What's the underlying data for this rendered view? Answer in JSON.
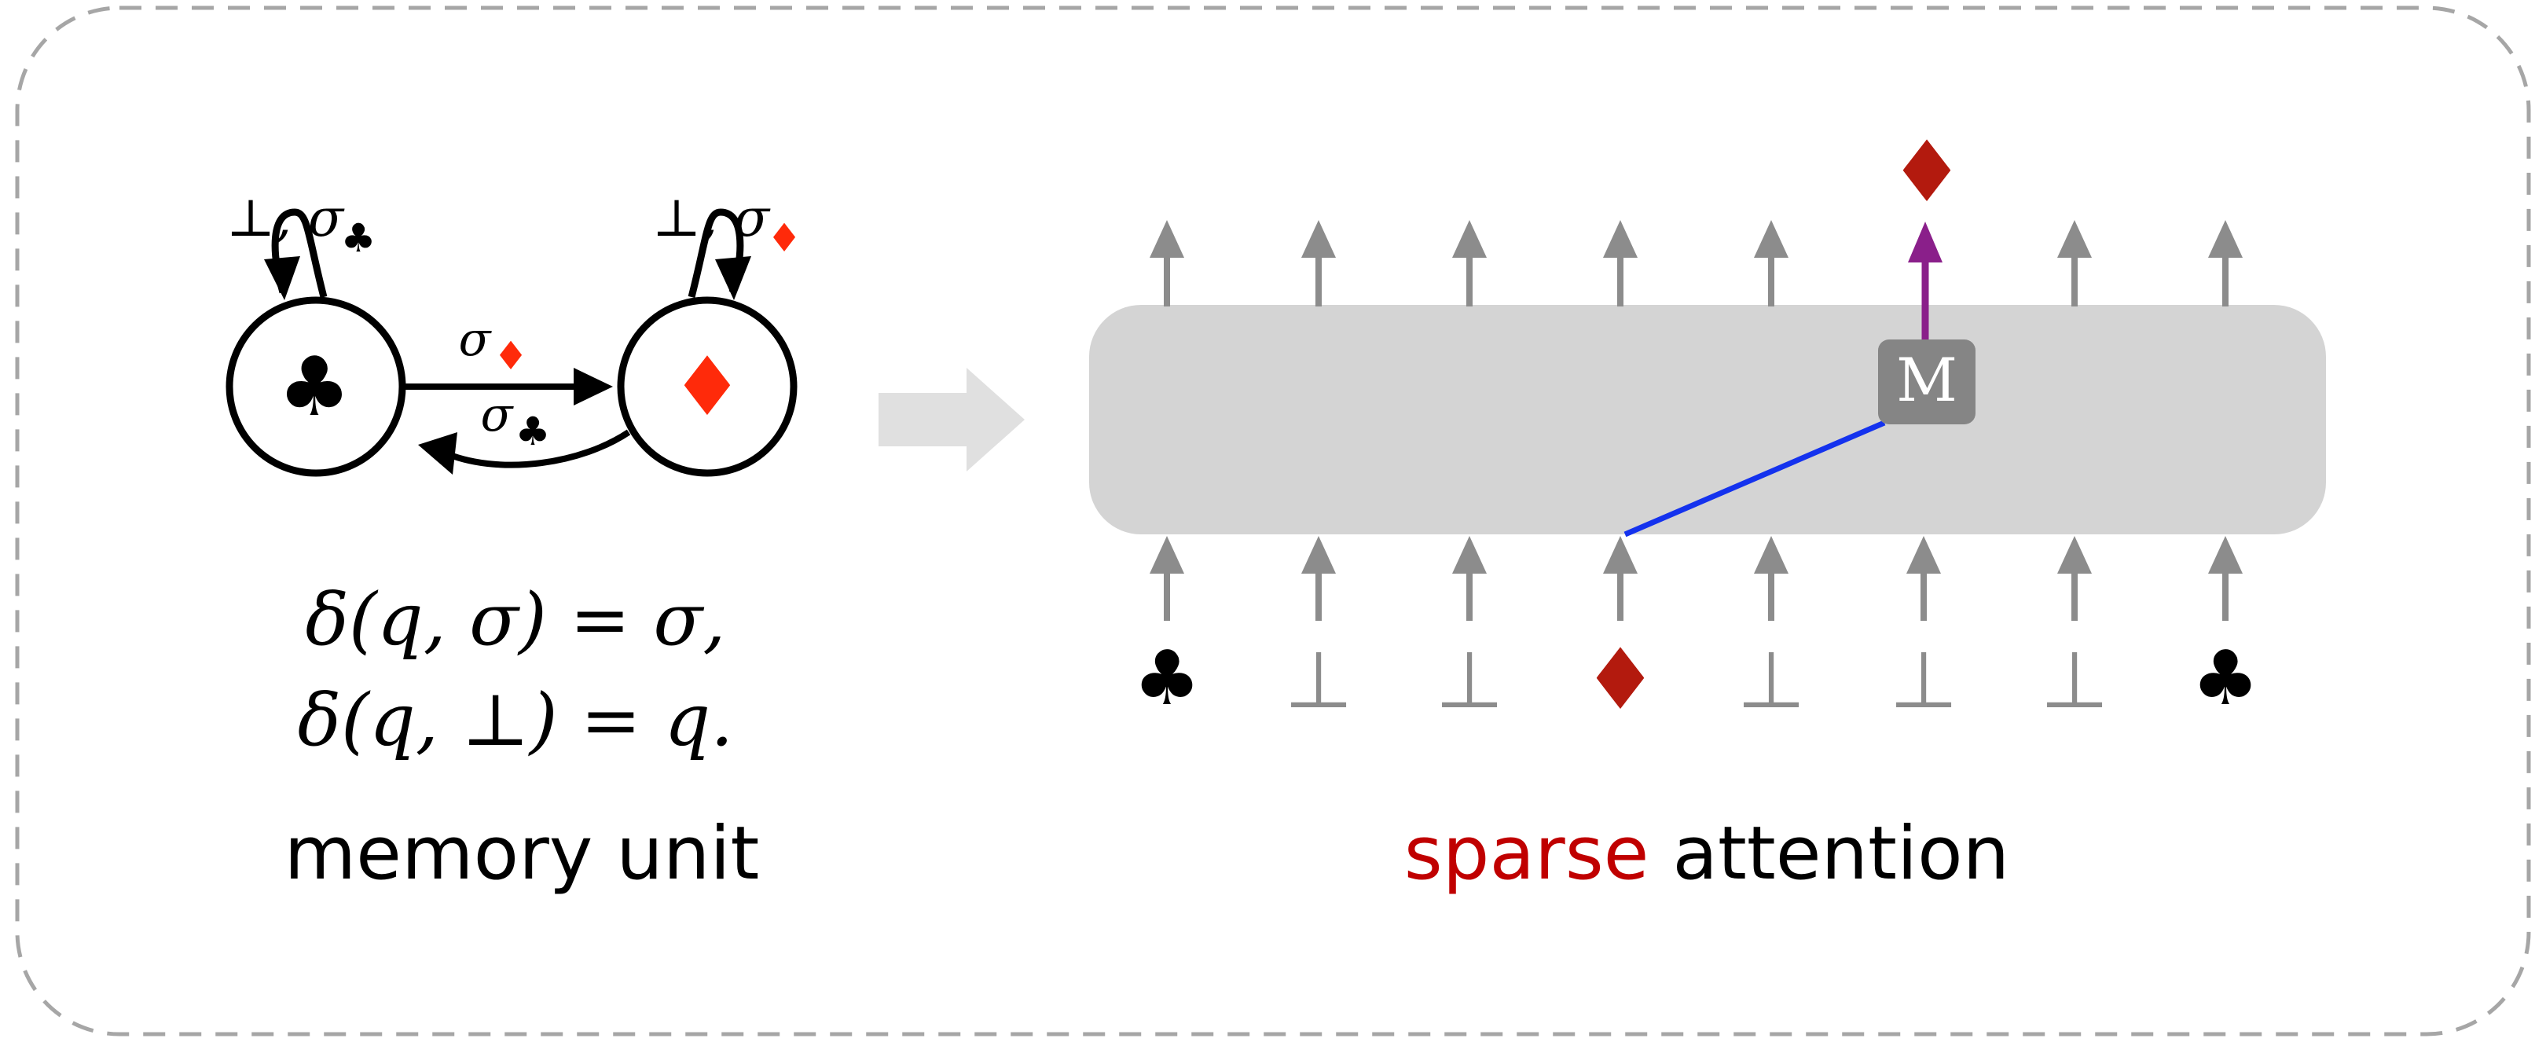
{
  "memory_unit": {
    "state_left_symbol": "♣",
    "state_right_symbol": "♦",
    "self_loop_left": {
      "prefix": "⊥, σ",
      "suit": "♣"
    },
    "self_loop_right": {
      "prefix": "⊥, σ",
      "suit": "♦"
    },
    "edge_top": {
      "sigma": "σ",
      "suit": "♦"
    },
    "edge_bottom": {
      "sigma": "σ",
      "suit": "♣"
    },
    "equation_line1": "δ(q, σ) = σ,",
    "equation_line2": "δ(q, ⊥) = q.",
    "caption": "memory unit"
  },
  "sparse_attention": {
    "memory_box_label": "M",
    "output_symbol": "♦",
    "inputs": [
      "♣",
      "⊥",
      "⊥",
      "♦",
      "⊥",
      "⊥",
      "⊥",
      "♣"
    ],
    "caption_highlight": "sparse",
    "caption_rest": "attention"
  },
  "colors": {
    "black": "#000000",
    "diamond_red_left": "#ff2a0a",
    "diamond_red_right": "#b31a0e",
    "caption_red": "#c00000",
    "gray_arrow": "#8c8c8c",
    "attention_block": "#d4d4d4",
    "memory_box": "#858585",
    "blue_line": "#1432ee",
    "purple_arrow": "#8a1f8a",
    "dashed_border": "#a6a6a6",
    "big_arrow": "#e0e0e0"
  }
}
